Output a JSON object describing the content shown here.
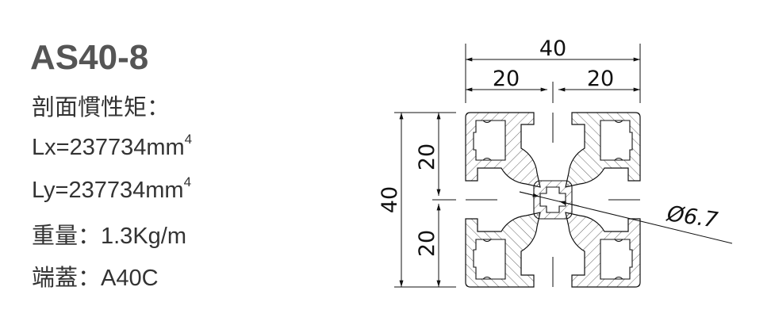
{
  "title": "AS40-8",
  "specs": {
    "inertia_label": "剖面慣性矩：",
    "lx_label": "Lx=237734mm",
    "lx_exp": "4",
    "ly_label": "Ly=237734mm",
    "ly_exp": "4",
    "weight": "重量：1.3Kg/m",
    "end_cap": "端蓋：A40C"
  },
  "drawing": {
    "width_total": "40",
    "width_half_left": "20",
    "width_half_right": "20",
    "height_total": "40",
    "height_half_top": "20",
    "height_half_bottom": "20",
    "diameter": "Ø6.7"
  }
}
